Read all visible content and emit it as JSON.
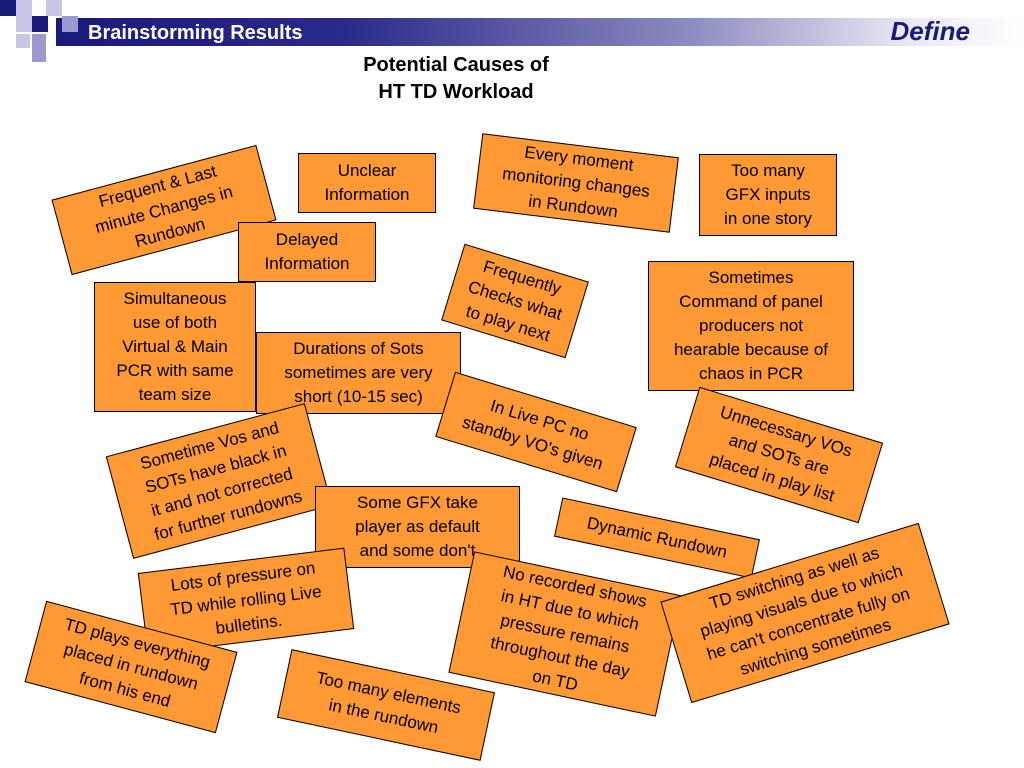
{
  "header": {
    "section_title": "Brainstorming Results",
    "phase_label": "Define"
  },
  "slide": {
    "title_line1": "Potential Causes of",
    "title_line2": "HT TD Workload"
  },
  "colors": {
    "card_fill": "#ff9933",
    "header_navy": "#1a1a7a",
    "accent_square_light": "#9a9ad0"
  },
  "cards": [
    {
      "lines": [
        "Frequent & Last",
        "minute Changes in",
        "Rundown"
      ]
    },
    {
      "lines": [
        "Unclear",
        "Information"
      ]
    },
    {
      "lines": [
        "Every moment",
        "monitoring changes",
        "in Rundown"
      ]
    },
    {
      "lines": [
        "Too many",
        "GFX inputs",
        "in one story"
      ]
    },
    {
      "lines": [
        "Delayed",
        "Information"
      ]
    },
    {
      "lines": [
        "Frequently",
        "Checks what",
        "to play next"
      ]
    },
    {
      "lines": [
        "Sometimes",
        "Command of panel",
        "producers not",
        "hearable because of",
        "chaos in PCR"
      ]
    },
    {
      "lines": [
        "Simultaneous",
        "use of both",
        "Virtual & Main",
        "PCR with same",
        "team size"
      ]
    },
    {
      "lines": [
        "Durations of Sots",
        "sometimes are very",
        "short (10-15 sec)"
      ]
    },
    {
      "lines": [
        "In Live PC no",
        "standby VO's given"
      ]
    },
    {
      "lines": [
        "Unnecessary VOs",
        "and SOTs are",
        "placed in play list"
      ]
    },
    {
      "lines": [
        "Sometime Vos and",
        "SOTs have black in",
        "it and not corrected",
        "for further rundowns"
      ]
    },
    {
      "lines": [
        "Some GFX take",
        "player as default",
        "and some don't"
      ]
    },
    {
      "lines": [
        "Dynamic Rundown"
      ]
    },
    {
      "lines": [
        "Lots of pressure on",
        "TD while rolling Live",
        "bulletins."
      ]
    },
    {
      "lines": [
        "No recorded shows",
        "in HT due to which",
        "pressure remains",
        "throughout the day",
        "on TD"
      ]
    },
    {
      "lines": [
        "TD switching as well as",
        "playing visuals due to which",
        "he can't concentrate fully on",
        "switching sometimes"
      ]
    },
    {
      "lines": [
        "TD plays everything",
        "placed in rundown",
        "from his end"
      ]
    },
    {
      "lines": [
        "Too many elements",
        "in the rundown"
      ]
    }
  ]
}
